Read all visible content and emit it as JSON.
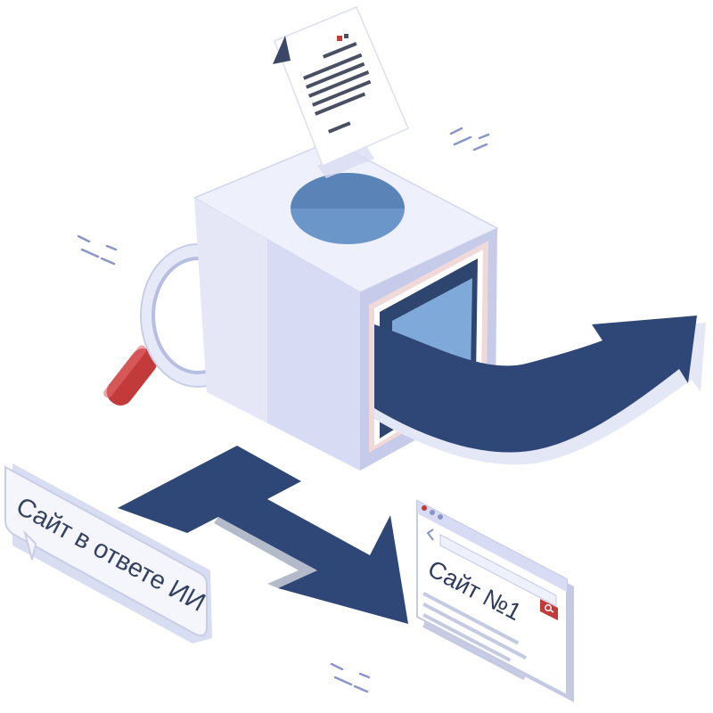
{
  "speech_bubble": {
    "text": "Сайт в ответе ИИ"
  },
  "browser_window": {
    "title": "Сайт №1",
    "search_icon": "search-icon",
    "back_icon": "chevron-left-icon"
  },
  "illustration": {
    "icons": [
      "document-icon",
      "processing-cube",
      "magnifier-icon",
      "arrow-icon",
      "sparkle-icon"
    ]
  },
  "colors": {
    "navy": "#2f4776",
    "navy_dark": "#243a66",
    "cube_light": "#eef0fb",
    "cube_mid": "#d7dbf3",
    "cube_dark": "#b4badf",
    "hole_blue": "#6b96c9",
    "accent_red": "#c33a3a",
    "panel_gray": "#f3f4f8",
    "panel_edge": "#c5c9e2"
  }
}
